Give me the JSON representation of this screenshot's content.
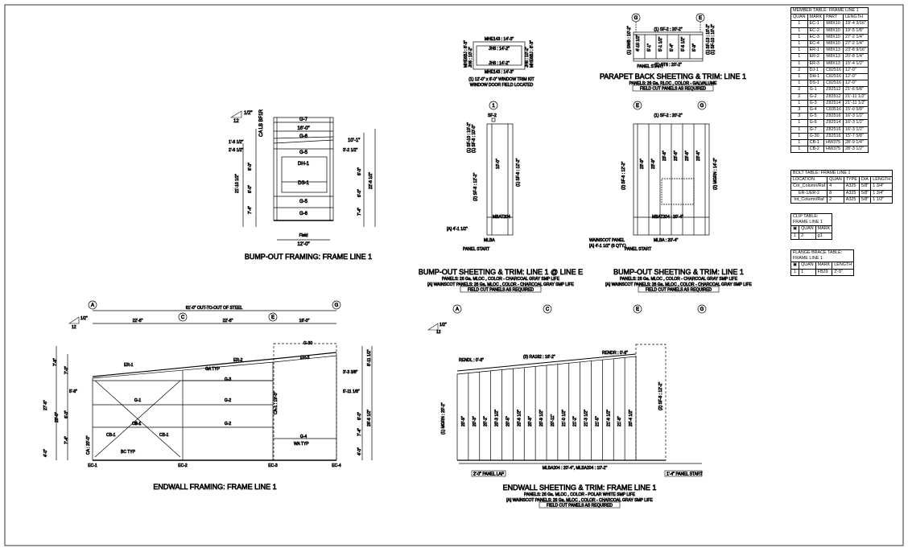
{
  "bump_out_framing": {
    "title": "BUMP-OUT FRAMING: FRAME LINE 1",
    "slope": "1/2\"",
    "slope_base": "12",
    "members": [
      "G-7",
      "G-6",
      "G-5",
      "DH-1",
      "DS-1",
      "G-5",
      "G-6"
    ],
    "heights": [
      "16'-0\"",
      "10'-1\""
    ],
    "dims_left": [
      "1'-6 1/2\"",
      "2'-6 1/2\"",
      "6'-0\"",
      "6'-0\"",
      "7'-4\"",
      "21'-10 1/2\""
    ],
    "dims_right": [
      "3'-2 1/2\"",
      "6'-0\"",
      "6'-0\"",
      "7'-4\"",
      "22'-6 1/2\""
    ],
    "ca": "CA\nLB BF1R",
    "field_label": "Field",
    "field_dim": "12'-0\""
  },
  "window_trim": {
    "top": "MHE143 : 14'-3\"",
    "top2": "JH6 : 14'-2\"",
    "bottom2": "JH6 : 14'-2\"",
    "bottom": "MHE143 : 14'-3\"",
    "left1": "MHE6BJ : 8'-3\"",
    "left2": "JH6 : 10'-2\"",
    "right1": "JH6 : 10'-2\"",
    "right2": "MHE6BJ : 8'-3\"",
    "note1": "(1) 12'-0\" x 6'-0\" WINDOW TRIM KIT",
    "note2": "WINDOW DOOR FIELD LOCATED"
  },
  "parapet": {
    "title": "PARAPET BACK SHEETING & TRIM: LINE 1",
    "sub": "PANELS: 26 Ga. RLOC , COLOR - GALVALUME",
    "box": "FIELD CUT PANELS AS REQUIRED",
    "grid_left": "G",
    "grid_right": "E",
    "top": "(1) SF-2 : 20'-2\"",
    "mid": "(1) ST6 : 20'-2\"",
    "start": "PANEL START",
    "left_side": "(1) SWB : 10'-2\"",
    "right_side": "(1) SF-13 : 10'-2\"",
    "right_side2": "(1) SF-10 : 10'-2\"",
    "panels": [
      "4'-10 1/2\"",
      "5'-1\"",
      "5'-1 1/2\"",
      "5'-4\"",
      "5'-6 1/2\"",
      "5'-9\""
    ]
  },
  "bump_line_e": {
    "title": "BUMP-OUT SHEETING & TRIM: LINE 1 @ LINE E",
    "sub1": "PANELS: 26 Ga. MLOC , COLOR - CHARCOAL GRAY SMP LIFE",
    "sub2": "[A] WAINSCOT PANELS: 26 Ga. MLOC , COLOR - CHARCOAL GRAY SMP LIFE",
    "box": "FIELD CUT PANELS AS REQUIRED",
    "grid": "1",
    "top": "SF-2",
    "left": "(1) SF-10 : 10'-2\"",
    "left2": "(1) SF-8 : 10'-0\"",
    "left3": "(2) SF-8 : 12'-2\"",
    "right": "(1) SF-6 : 12'-2\"",
    "mid": "10'-0\"",
    "mbat": "MBAT204",
    "wainscot": "[A] 4'-1 1/2\"",
    "mlba": "MLBA",
    "start": "PANEL START"
  },
  "bump_line1": {
    "title": "BUMP-OUT SHEETING & TRIM: LINE 1",
    "sub1": "PANELS: 26 Ga. MLOC , COLOR - CHARCOAL GRAY SMP LIFE",
    "sub2": "[A] WAINSCOT PANELS: 26 Ga. MLOC , COLOR - CHARCOAL GRAY SMP LIFE",
    "box": "FIELD CUT PANELS AS REQUIRED",
    "grid_left": "E",
    "grid_right": "G",
    "top": "(1) SF-2 : 20'-2\"",
    "left": "(2) SF-6 : 12'-2\"",
    "right": "(2) MGRN : 14'-2\"",
    "panels": [
      "23'-9\"",
      "23'-9\"",
      "23'-6\"",
      "23'-6\"",
      "23'-6\"",
      "23'-6\""
    ],
    "mbat": "MBAT204 : 20'-4\"",
    "wainscot": "WAINSCOT PANEL",
    "wainscot2": "[A] 4'-1 1/2\" (6 QTY.)",
    "mlba": "MLBA : 20'-4\"",
    "start": "PANEL START"
  },
  "endwall_framing": {
    "title": "ENDWALL FRAMING: FRAME LINE 1",
    "grids": [
      "A",
      "C",
      "E",
      "G"
    ],
    "overall": "61'-0\" OUT-TO-OUT OF STEEL",
    "bays": [
      "22'-6\"",
      "22'-6\"",
      "16'-0\""
    ],
    "slope": "1/2\"",
    "slope_base": "12",
    "rafters": [
      "ER-1",
      "ER-2",
      "ER-3"
    ],
    "ga": "GA TYP",
    "girts": [
      "G-30",
      "G-3",
      "G-2",
      "G-2",
      "G-1",
      "G-1",
      "G-4"
    ],
    "braces": [
      "CB-1",
      "CB-1",
      "CB-1"
    ],
    "bc": "BC TYP",
    "wa": "WA TYP",
    "ca": "CA : 20'-0\"",
    "ca2": "CA-1 : 19'-0\"",
    "columns": [
      "EC-1",
      "EC-2",
      "EC-3",
      "EC-4"
    ],
    "dims_left": [
      "7'-6\"",
      "7'-0\"",
      "5'-8\"",
      "6'-0\"",
      "7'-4\"",
      "4'-0\"",
      "20'-0\"",
      "27'-6\""
    ],
    "dims_right": [
      "3'-3 3/8\"",
      "5'-11 1/8\"",
      "6'-0\"",
      "7'-4\"",
      "4'-0\"",
      "26'-6 1/2\"",
      "8'-11 1/2\""
    ]
  },
  "endwall_sheeting": {
    "title": "ENDWALL SHEETING & TRIM: FRAME LINE 1",
    "sub1": "PANELS: 26 Ga. MLOC , COLOR - POLAR WHITE SMP LIFE",
    "sub2": "[A] WAINSCOT PANELS: 26 Ga. MLOC , COLOR - CHARCOAL GRAY SMP LIFE",
    "box": "FIELD CUT PANELS AS REQUIRED",
    "grids": [
      "A",
      "C",
      "E",
      "G"
    ],
    "slope": "1/2\"",
    "slope_base": "12",
    "rendl": "RENDL : 0'-6\"",
    "ra": "(3) RA162 : 16'-2\"",
    "rendr": "RENDR : 0'-6\"",
    "left": "(1) MGRN : 20'-2\"",
    "right": "(2) SF-8 : 12'-2\"",
    "panels": [
      "20'-9\"",
      "20'-3\"",
      "20'-2\"",
      "20'-3 1/2\"",
      "20'-5\"",
      "20'-6 1/2\"",
      "20'-8\"",
      "20'-9 1/2\"",
      "20'-11\"",
      "21'-0 1/2\"",
      "21'-2\"",
      "21'-3 1/2\"",
      "21'-5\"",
      "21'-6 1/2\"",
      "21'-8\"",
      "20'-4 1/2\""
    ],
    "mlba": "MLBA204 : 20'-4\", MLBA204 : 10'-2\"",
    "lap": "2'-0\" PANEL LAP",
    "start": "1'-4\" PANEL START"
  },
  "member_table": {
    "title": "MEMBER TABLE: FRAME LINE 1",
    "headers": [
      "QUAN",
      "MARK",
      "PART",
      "LENGTH"
    ],
    "rows": [
      [
        "1",
        "EC-1",
        "W8X10",
        "19'-4 3/16\""
      ],
      [
        "1",
        "EC-2",
        "W8X10",
        "19'-5 1/8\""
      ],
      [
        "1",
        "EC-3",
        "W8X10",
        "27'-2 1/4\""
      ],
      [
        "1",
        "EC-4",
        "W8X10",
        "27'-2 1/4\""
      ],
      [
        "1",
        "ER-1",
        "W8X13",
        "23'-8 9/16\""
      ],
      [
        "1",
        "ER-2",
        "W8X13",
        "20'-8 1/4\""
      ],
      [
        "1",
        "ER-3",
        "W8X13",
        "15'-4 1/2\""
      ],
      [
        "2",
        "DJ-1",
        "C82516",
        "12'-0\""
      ],
      [
        "1",
        "DH-1",
        "C82516",
        "12'-0\""
      ],
      [
        "1",
        "DS-1",
        "C82516",
        "12'-0\""
      ],
      [
        "2",
        "G-1",
        "Z82512",
        "21'-6 5/8\""
      ],
      [
        "2",
        "G-2",
        "Z82512",
        "21'-11 1/2\""
      ],
      [
        "1",
        "G-3",
        "Z82514",
        "21'-11 1/2\""
      ],
      [
        "3",
        "G-4",
        "C83516",
        "15'-0 5/8\""
      ],
      [
        "3",
        "G-5",
        "Z82516",
        "16'-3 1/2\""
      ],
      [
        "1",
        "G-6",
        "Z82514",
        "16'-3 1/2\""
      ],
      [
        "1",
        "G-7",
        "Z82516",
        "16'-3 1/2\""
      ],
      [
        "1",
        "G-30",
        "Z82516",
        "15'-7 5/8\""
      ],
      [
        "1",
        "CB-1",
        "HW375",
        "28'-9 1/4\""
      ],
      [
        "1",
        "CB-2",
        "HW375",
        "28'-3 1/2\""
      ]
    ]
  },
  "bolt_table": {
    "title": "BOLT TABLE: FRAME LINE 1",
    "headers": [
      "LOCATION",
      "QUAN",
      "TYPE",
      "DIA",
      "LENGTH"
    ],
    "rows": [
      [
        "Cor_Column/Raf",
        "4",
        "A325",
        "5/8\"",
        "1 3/4\""
      ],
      [
        "ER-1/ER-2",
        "8",
        "A325",
        "5/8\"",
        "1 3/4\""
      ],
      [
        "Int_Column/Raf",
        "2",
        "A325",
        "5/8\"",
        "1 1/2\""
      ]
    ]
  },
  "clip_table": {
    "title": "CLIP TABLE: FRAME LINE 1",
    "headers": [
      "QUAN",
      "MARK"
    ],
    "rows": [
      [
        "1",
        "2",
        "g1"
      ]
    ]
  },
  "flange_table": {
    "title": "FLANGE BRACE TABLE: FRAME LINE 1",
    "headers": [
      "QUAN",
      "MARK",
      "LENGTH"
    ],
    "rows": [
      [
        "1",
        "1",
        "FB29",
        "2'-5\""
      ]
    ]
  }
}
